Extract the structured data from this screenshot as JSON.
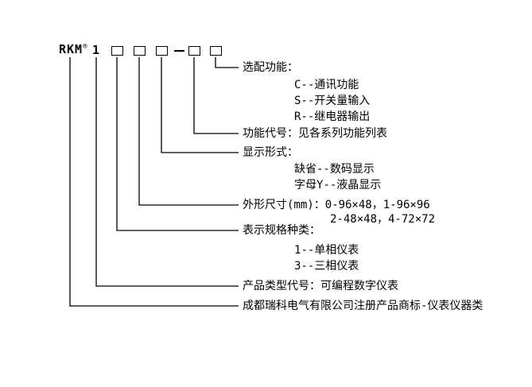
{
  "colors": {
    "background": "#ffffff",
    "text": "#000000",
    "line": "#000000"
  },
  "model": {
    "brand": "RKM",
    "registered_mark": "®",
    "phase_digit": "1",
    "slot_count": 5,
    "separator": "-"
  },
  "legend": {
    "rows": [
      {
        "label": "选配功能：",
        "subs": [
          "C--通讯功能",
          "S--开关量输入",
          "R--继电器输出"
        ]
      },
      {
        "label": "功能代号：见各系列功能列表",
        "subs": []
      },
      {
        "label": "显示形式：",
        "subs": [
          "缺省--数码显示",
          "字母Y--液晶显示"
        ]
      },
      {
        "label": "外形尺寸(mm)：0-96×48，1-96×96",
        "subs": [
          "2-48×48，4-72×72"
        ]
      },
      {
        "label": "表示规格种类：",
        "subs": [
          "1--单相仪表",
          "3--三相仪表"
        ]
      },
      {
        "label": "产品类型代号：可编程数字仪表",
        "subs": []
      },
      {
        "label": "成都瑞科电气有限公司注册产品商标-仪表仪器类",
        "subs": []
      }
    ]
  }
}
